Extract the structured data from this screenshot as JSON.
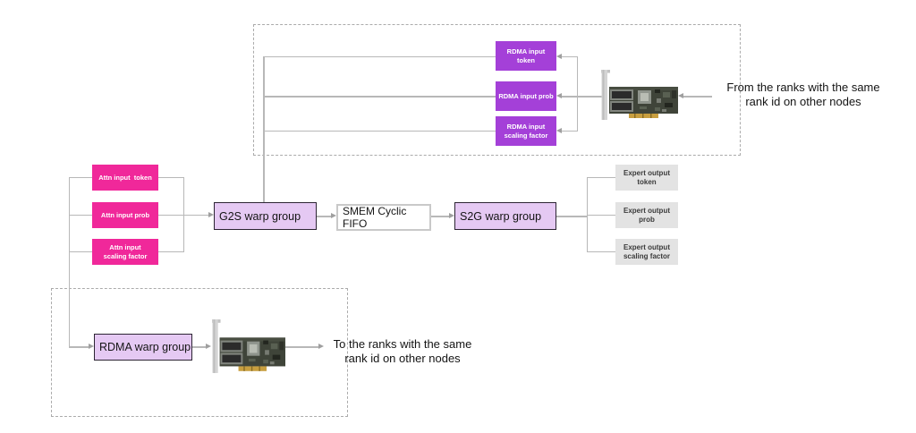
{
  "colors": {
    "rdma_input_box": "#a440d8",
    "attn_input_box": "#f0289a",
    "warp_group_box": "#e5c9f3",
    "expert_output_box": "#e3e3e3",
    "connector_line": "#b8b8b8"
  },
  "remote_input_group": {
    "boxes": [
      {
        "label": "RDMA input\ntoken"
      },
      {
        "label": "RDMA input prob"
      },
      {
        "label": "RDMA input\nscaling factor"
      }
    ],
    "annotation": "From the ranks with the same\nrank id on other nodes"
  },
  "attn_inputs": [
    {
      "label": "Attn input  token"
    },
    {
      "label": "Attn input prob"
    },
    {
      "label": "Attn input\nscaling factor"
    }
  ],
  "pipeline": {
    "g2s_label": "G2S warp group",
    "smem_label": "SMEM Cyclic\nFIFO",
    "s2g_label": "S2G warp group"
  },
  "expert_outputs": [
    {
      "label": "Expert output\ntoken"
    },
    {
      "label": "Expert output\nprob"
    },
    {
      "label": "Expert output\nscaling factor"
    }
  ],
  "send_group": {
    "rdma_label": "RDMA warp group",
    "annotation": "To the ranks with the same\nrank id on other nodes"
  }
}
